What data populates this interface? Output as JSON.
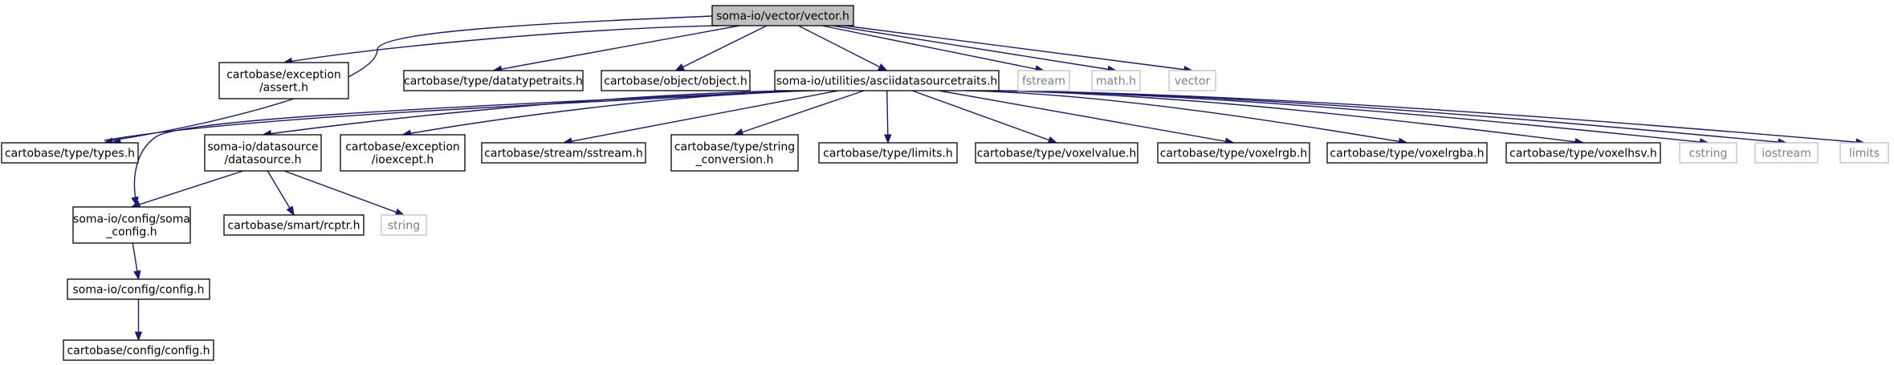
{
  "nodes": {
    "vector": {
      "lines": [
        "soma-io/vector/vector.h"
      ],
      "kind": "root"
    },
    "assert": {
      "lines": [
        "cartobase/exception",
        "/assert.h"
      ],
      "kind": "normal"
    },
    "types": {
      "lines": [
        "cartobase/type/types.h"
      ],
      "kind": "normal"
    },
    "datatype": {
      "lines": [
        "cartobase/type/datatypetraits.h"
      ],
      "kind": "normal"
    },
    "object": {
      "lines": [
        "cartobase/object/object.h"
      ],
      "kind": "normal"
    },
    "ascii": {
      "lines": [
        "soma-io/utilities/asciidatasourcetraits.h"
      ],
      "kind": "normal"
    },
    "fstream": {
      "lines": [
        "fstream"
      ],
      "kind": "external"
    },
    "math": {
      "lines": [
        "math.h"
      ],
      "kind": "external"
    },
    "vec": {
      "lines": [
        "vector"
      ],
      "kind": "external"
    },
    "datasource": {
      "lines": [
        "soma-io/datasource",
        "/datasource.h"
      ],
      "kind": "normal"
    },
    "ioexcept": {
      "lines": [
        "cartobase/exception",
        "/ioexcept.h"
      ],
      "kind": "normal"
    },
    "sstream": {
      "lines": [
        "cartobase/stream/sstream.h"
      ],
      "kind": "normal"
    },
    "strconv": {
      "lines": [
        "cartobase/type/string",
        "_conversion.h"
      ],
      "kind": "normal"
    },
    "limitsh": {
      "lines": [
        "cartobase/type/limits.h"
      ],
      "kind": "normal"
    },
    "voxelvalue": {
      "lines": [
        "cartobase/type/voxelvalue.h"
      ],
      "kind": "normal"
    },
    "voxelrgb": {
      "lines": [
        "cartobase/type/voxelrgb.h"
      ],
      "kind": "normal"
    },
    "voxelrgba": {
      "lines": [
        "cartobase/type/voxelrgba.h"
      ],
      "kind": "normal"
    },
    "voxelhsv": {
      "lines": [
        "cartobase/type/voxelhsv.h"
      ],
      "kind": "normal"
    },
    "cstring": {
      "lines": [
        "cstring"
      ],
      "kind": "external"
    },
    "iostream": {
      "lines": [
        "iostream"
      ],
      "kind": "external"
    },
    "limits": {
      "lines": [
        "limits"
      ],
      "kind": "external"
    },
    "somaconfig": {
      "lines": [
        "soma-io/config/soma",
        "_config.h"
      ],
      "kind": "normal"
    },
    "rcptr": {
      "lines": [
        "cartobase/smart/rcptr.h"
      ],
      "kind": "normal"
    },
    "string": {
      "lines": [
        "string"
      ],
      "kind": "external"
    },
    "configh": {
      "lines": [
        "soma-io/config/config.h"
      ],
      "kind": "normal"
    },
    "cbconfig": {
      "lines": [
        "cartobase/config/config.h"
      ],
      "kind": "normal"
    }
  },
  "edges": [
    [
      "vector",
      "assert"
    ],
    [
      "vector",
      "types"
    ],
    [
      "vector",
      "datatype"
    ],
    [
      "vector",
      "object"
    ],
    [
      "vector",
      "ascii"
    ],
    [
      "vector",
      "fstream"
    ],
    [
      "vector",
      "math"
    ],
    [
      "vector",
      "vec"
    ],
    [
      "ascii",
      "types"
    ],
    [
      "ascii",
      "datasource"
    ],
    [
      "ascii",
      "ioexcept"
    ],
    [
      "ascii",
      "sstream"
    ],
    [
      "ascii",
      "strconv"
    ],
    [
      "ascii",
      "limitsh"
    ],
    [
      "ascii",
      "voxelvalue"
    ],
    [
      "ascii",
      "voxelrgb"
    ],
    [
      "ascii",
      "voxelrgba"
    ],
    [
      "ascii",
      "voxelhsv"
    ],
    [
      "ascii",
      "cstring"
    ],
    [
      "ascii",
      "iostream"
    ],
    [
      "ascii",
      "limits"
    ],
    [
      "ascii",
      "somaconfig"
    ],
    [
      "datasource",
      "somaconfig"
    ],
    [
      "datasource",
      "rcptr"
    ],
    [
      "datasource",
      "string"
    ],
    [
      "somaconfig",
      "configh"
    ],
    [
      "configh",
      "cbconfig"
    ]
  ]
}
